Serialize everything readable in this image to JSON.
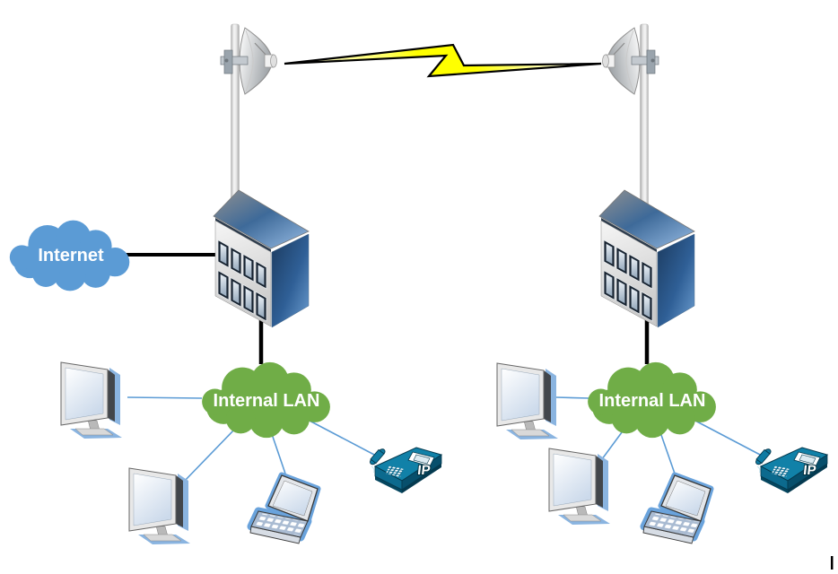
{
  "nodes": {
    "internet": {
      "label": "Internet",
      "color": "#5b9bd5",
      "text_color": "#ffffff"
    },
    "lan_left": {
      "label": "Internal LAN",
      "color": "#70ad47",
      "text_color": "#ffffff"
    },
    "lan_right": {
      "label": "Internal LAN",
      "color": "#70ad47",
      "text_color": "#ffffff"
    },
    "ip_phone_left": {
      "label": "IP"
    },
    "ip_phone_right": {
      "label": "IP"
    }
  },
  "devices": {
    "left_lan": [
      "monitor",
      "monitor",
      "laptop",
      "ip-phone"
    ],
    "right_lan": [
      "monitor",
      "monitor",
      "laptop",
      "ip-phone"
    ]
  },
  "icons": {
    "wireless_link": "lightning-bolt-icon",
    "antenna": "parabolic-dish-antenna-icon",
    "building": "office-building-icon",
    "cloud": "network-cloud-icon"
  },
  "colors": {
    "bolt_yellow": "#ffff00",
    "wired_link_black": "#000000",
    "lan_link_blue": "#5b9bd5",
    "phone_teal": "#0e7192",
    "building_side_blue": "#2f5f96",
    "background": "#ffffff"
  }
}
